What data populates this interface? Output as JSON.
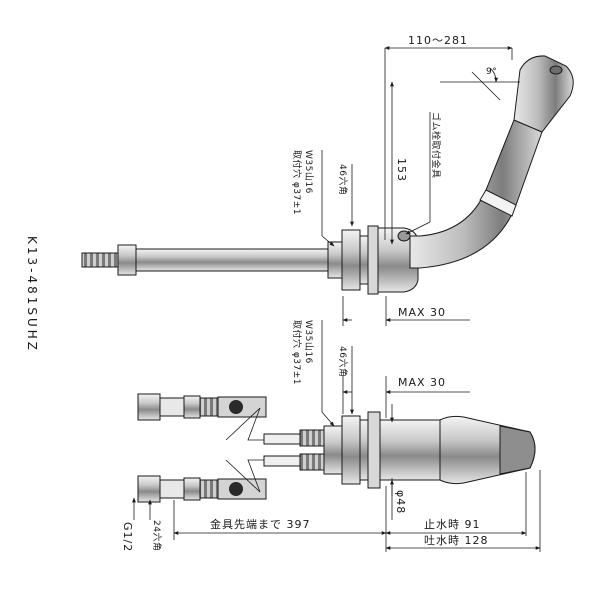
{
  "model_code": "K13-481SUHZ",
  "top_view": {
    "dim_length": "110～281",
    "dim_angle": "9°",
    "dim_height": "153",
    "label_fitting": "ゴム栓取付金具",
    "label_thread": "W35山16",
    "label_hole": "取付穴 φ37±1",
    "label_hex": "46六角",
    "dim_max": "MAX 30"
  },
  "bottom_view": {
    "label_thread": "W35山16",
    "label_hole": "取付穴 φ37±1",
    "label_hex": "46六角",
    "dim_max": "MAX 30",
    "dim_dia": "φ48",
    "label_pipe_end": "金具先端まで 397",
    "label_stop": "止水時 91",
    "label_spout": "吐水時 128",
    "label_nut_hex": "24六角",
    "label_g": "G1/2"
  }
}
